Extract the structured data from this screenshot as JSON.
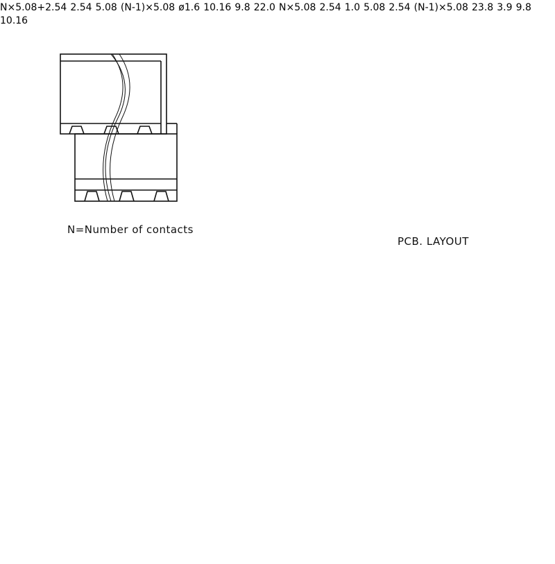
{
  "captions": {
    "contacts_note": "N=Number of contacts",
    "pcb_layout": "PCB. LAYOUT"
  },
  "pcb": {
    "width": "N×5.08+2.54",
    "pitch_offset": "2.54",
    "pitch": "5.08",
    "span": "(N-1)×5.08",
    "row_gap": "10.16",
    "edge": "9.8",
    "height": "22.0",
    "hole_dia": "ø1.6"
  },
  "front": {
    "width": "N×5.08",
    "offset_top": "2.54",
    "pin_size": "1.0",
    "pitch": "5.08",
    "offset_bottom": "2.54",
    "span": "(N-1)×5.08"
  },
  "side": {
    "height": "23.8",
    "pin_length": "3.9",
    "depth": "9.8",
    "row_gap": "10.16"
  }
}
